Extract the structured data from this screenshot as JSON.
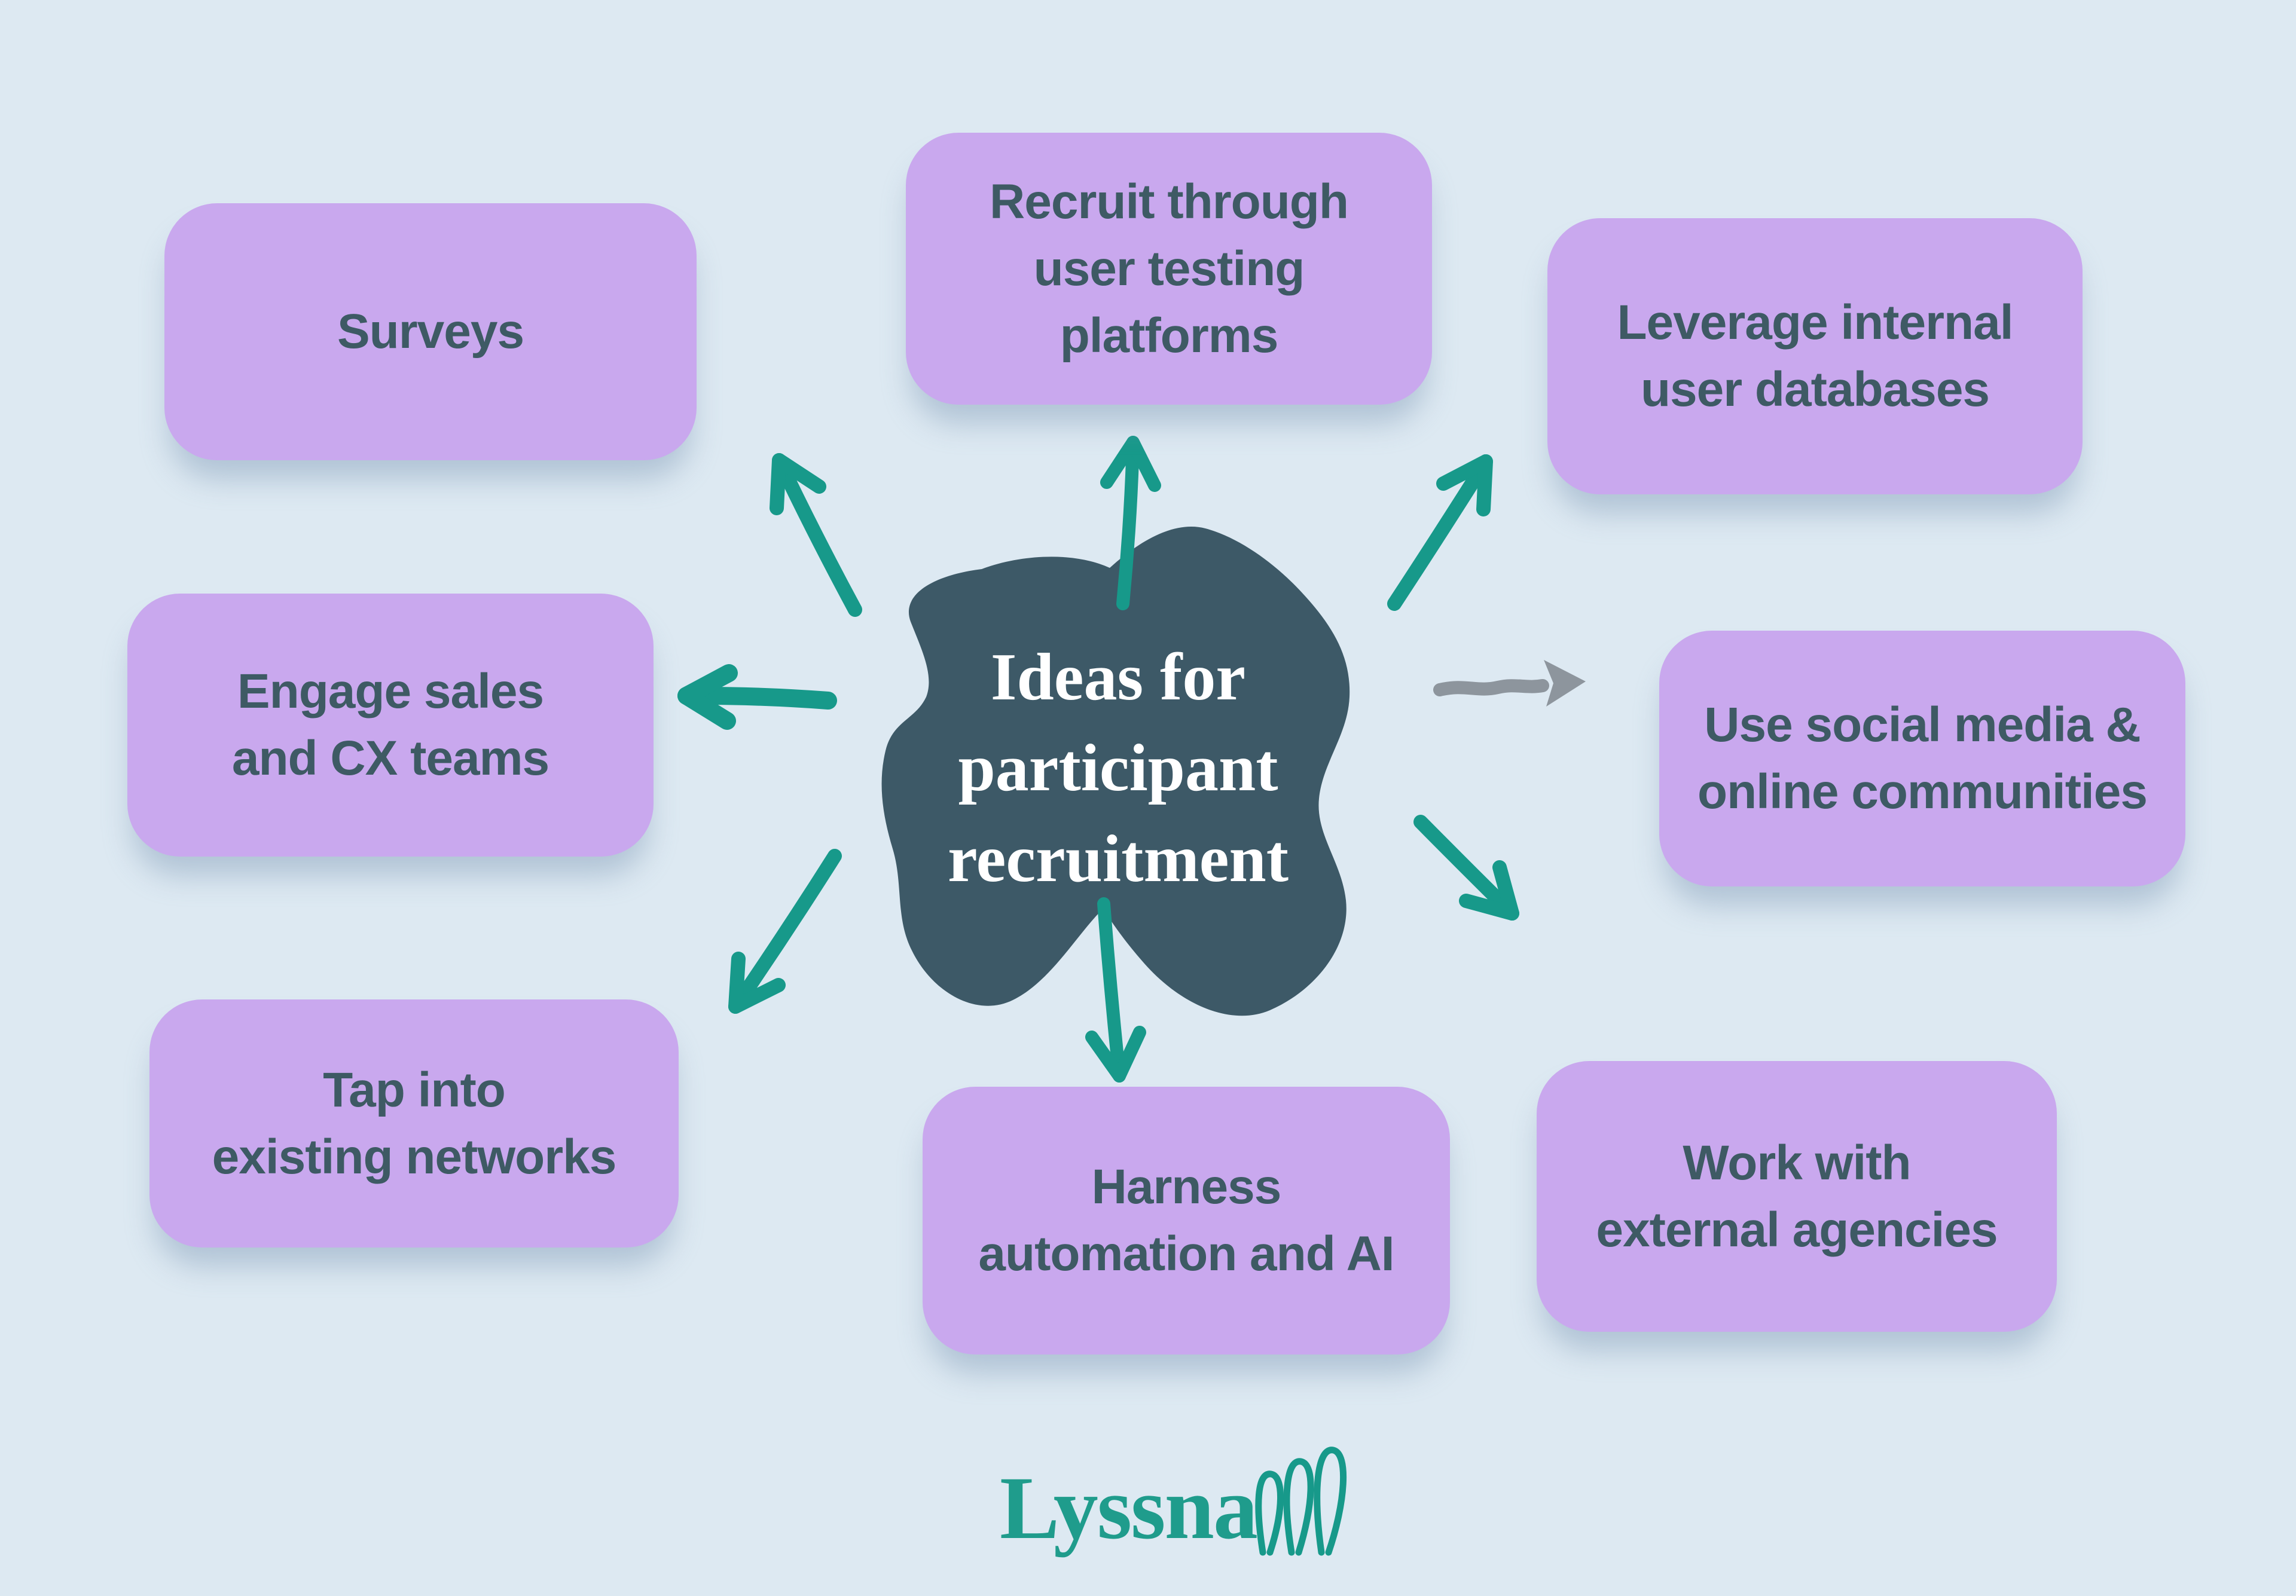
{
  "page": {
    "title": "Ideas for participant recruitment",
    "background_color": "#dde9f2"
  },
  "center": {
    "label": "Ideas for\nparticipant\nrecruitment",
    "fill_color": "#3d5967",
    "text_color": "#ffffff"
  },
  "nodes": [
    {
      "id": "surveys",
      "label": "Surveys"
    },
    {
      "id": "recruit-user-testing-platforms",
      "label": "Recruit through\nuser testing\nplatforms"
    },
    {
      "id": "leverage-internal-user-databases",
      "label": "Leverage internal\nuser databases"
    },
    {
      "id": "engage-sales-cx-teams",
      "label": "Engage sales\nand CX teams"
    },
    {
      "id": "use-social-media-online-communities",
      "label": "Use social media &\nonline communities"
    },
    {
      "id": "tap-existing-networks",
      "label": "Tap into\nexisting networks"
    },
    {
      "id": "harness-automation-ai",
      "label": "Harness\nautomation and AI"
    },
    {
      "id": "work-external-agencies",
      "label": "Work with\nexternal agencies"
    }
  ],
  "connectors": [
    {
      "direction": "up-left",
      "target": "surveys",
      "color": "#17998a"
    },
    {
      "direction": "up",
      "target": "recruit-user-testing-platforms",
      "color": "#17998a"
    },
    {
      "direction": "up-right",
      "target": "leverage-internal-user-databases",
      "color": "#17998a"
    },
    {
      "direction": "left",
      "target": "engage-sales-cx-teams",
      "color": "#17998a"
    },
    {
      "direction": "right",
      "target": "use-social-media-online-communities",
      "color": "#8d959d"
    },
    {
      "direction": "down-left",
      "target": "tap-existing-networks",
      "color": "#17998a"
    },
    {
      "direction": "down",
      "target": "harness-automation-ai",
      "color": "#17998a"
    },
    {
      "direction": "down-right",
      "target": "work-external-agencies",
      "color": "#17998a"
    }
  ],
  "logo": {
    "text": "Lyssna",
    "color": "#1f9c8c"
  },
  "colors": {
    "node_fill": "#c9a8ee",
    "node_text": "#3e5a64",
    "arrow_teal": "#17998a",
    "arrow_gray": "#8d959d"
  }
}
